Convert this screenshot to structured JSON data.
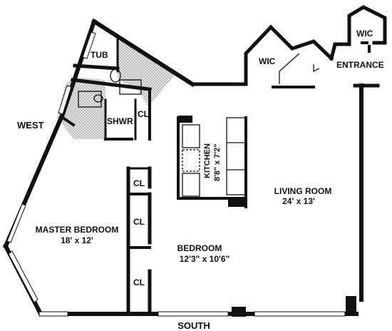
{
  "orientation": {
    "west": "WEST",
    "south": "SOUTH"
  },
  "rooms": {
    "tub": "TUB",
    "shower": "SHWR",
    "closet_bath": "CL",
    "wic_left": "WIC",
    "wic_right": "WIC",
    "entrance": "ENTRANCE",
    "kitchen_name": "KITCHEN",
    "kitchen_size": "8'8\" x 7'2\"",
    "living_name": "LIVING ROOM",
    "living_size": "24' x 13'",
    "master_name": "MASTER BEDROOM",
    "master_size": "18' x 12'",
    "bedroom_name": "BEDROOM",
    "bedroom_size": "12'3\" x 10'6\"",
    "closet_1": "CL",
    "closet_2": "CL",
    "closet_3": "CL"
  },
  "colors": {
    "wall": "#111111",
    "tile": "#9a9a9a",
    "background": "#ffffff"
  }
}
